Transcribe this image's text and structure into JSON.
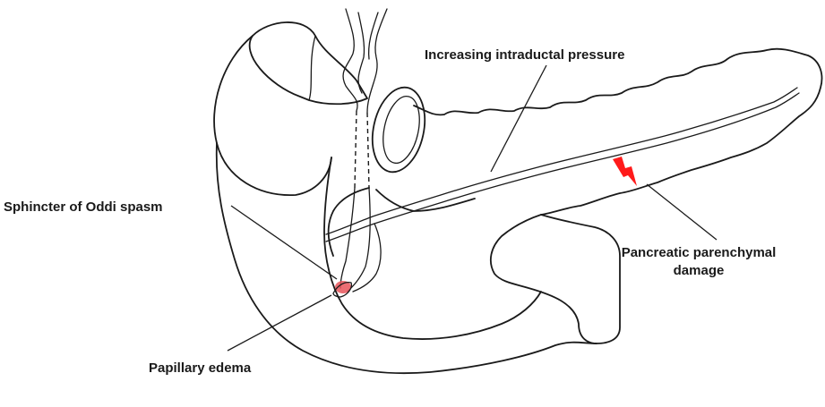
{
  "labels": {
    "increasing_pressure": "Increasing intraductal pressure",
    "sphincter_spasm": "Sphincter of Oddi spasm",
    "parenchymal_damage_line1": "Pancreatic parenchymal",
    "parenchymal_damage_line2": "damage",
    "papillary_edema": "Papillary edema"
  },
  "colors": {
    "outline": "#1a1a1a",
    "damage_highlight": "#ff1a1a",
    "papilla_highlight": "#e8555a"
  },
  "icons": {
    "damage_marker": "lightning-bolt-icon"
  }
}
